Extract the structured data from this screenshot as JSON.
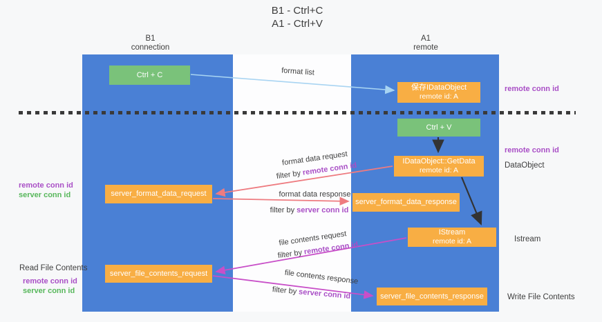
{
  "title": {
    "line1": "B1 - Ctrl+C",
    "line2": "A1 - Ctrl+V"
  },
  "lanes": {
    "left": {
      "name": "B1",
      "role": "connection"
    },
    "right": {
      "name": "A1",
      "role": "remote"
    }
  },
  "nodes": {
    "ctrl_c": {
      "label": "Ctrl + C"
    },
    "ctrl_v": {
      "label": "Ctrl + V"
    },
    "save_dataobject": {
      "line1": "保存IDataObject",
      "line2": "remote id: A"
    },
    "getdata": {
      "line1": "IDataObject::GetData",
      "line2": "remote id: A"
    },
    "istream": {
      "line1": "IStream",
      "line2": "remote id: A"
    },
    "format_request": {
      "label": "server_format_data_request"
    },
    "format_response": {
      "label": "server_format_data_response"
    },
    "file_request": {
      "label": "server_file_contents_request"
    },
    "file_response": {
      "label": "server_file_contents_response"
    }
  },
  "arrows": {
    "format_list": {
      "label": "format list"
    },
    "format_data_request": {
      "label": "format data request",
      "filter_prefix": "filter by",
      "filter_keyword": "remote conn id"
    },
    "format_data_response": {
      "label": "format data response",
      "filter_prefix": "filter by",
      "filter_keyword": "server conn id"
    },
    "file_contents_request": {
      "label": "file contents request",
      "filter_prefix": "filter by",
      "filter_keyword": "remote conn id"
    },
    "file_contents_response": {
      "label": "file contents response",
      "filter_prefix": "filter by",
      "filter_keyword": "server conn id"
    }
  },
  "side_labels": {
    "right_top_remote_conn": "remote conn id",
    "right_mid_remote_conn": "remote conn id",
    "dataobject": "DataObject",
    "istream": "Istream",
    "write_file": "Write File Contents",
    "read_file": "Read File Contents",
    "left_mid_remote_conn": "remote conn id",
    "left_mid_server_conn": "server conn id",
    "left_bottom_remote_conn": "remote conn id",
    "left_bottom_server_conn": "server conn id"
  },
  "colors": {
    "lane_blue": "#4a80d5",
    "node_orange": "#f8ae44",
    "node_green": "#7ac27a",
    "arrow_lightblue": "#a8d4f2",
    "arrow_salmon": "#ee7b80",
    "arrow_magenta": "#c84fc8",
    "arrow_black": "#333333",
    "text_purple": "#a94fc6",
    "text_green": "#57b75b",
    "text_dark": "#3d3d3d"
  }
}
